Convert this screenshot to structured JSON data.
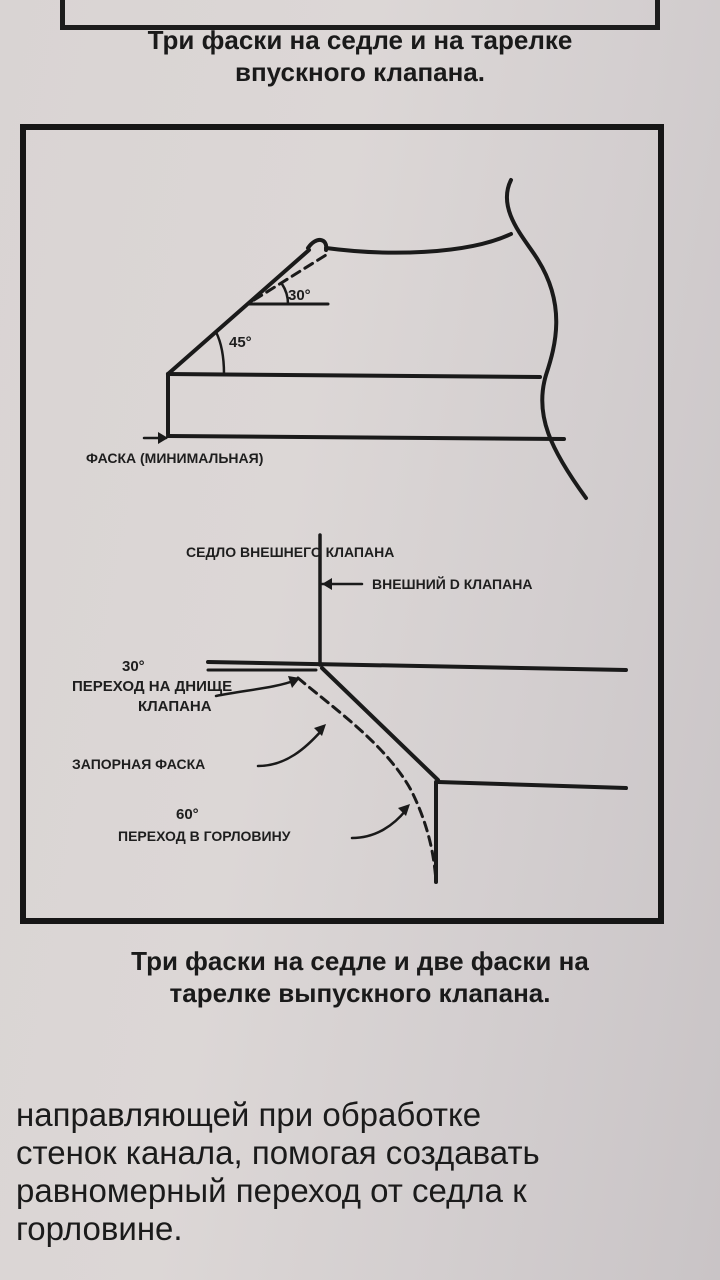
{
  "top_caption": {
    "line1": "Три фаски на седле и на тарелке",
    "line2": "впускного клапана."
  },
  "upper_diagram": {
    "angle_30": "30°",
    "angle_45": "45°",
    "label_chamfer": "ФАСКА (МИНИМАЛЬНАЯ)"
  },
  "lower_diagram": {
    "label_outer_seat": "СЕДЛО ВНЕШНЕГО КЛАПАНА",
    "label_outer_d": "ВНЕШНИЙ D КЛАПАНА",
    "label_30_deg": "30°",
    "label_transition_bottom_1": "ПЕРЕХОД НА ДНИЩЕ",
    "label_transition_bottom_2": "КЛАПАНА",
    "label_sealing_chamfer": "ЗАПОРНАЯ ФАСКА",
    "label_60_deg": "60°",
    "label_transition_throat": "ПЕРЕХОД В ГОРЛОВИНУ"
  },
  "bottom_caption": {
    "line1": "Три фаски на седле и две фаски на",
    "line2": "тарелке выпускного клапана."
  },
  "body_text": {
    "line1": "направляющей при обработке",
    "line2": "стенок канала, помогая создавать",
    "line3": "равномерный переход от седла к",
    "line4": "горловине."
  }
}
